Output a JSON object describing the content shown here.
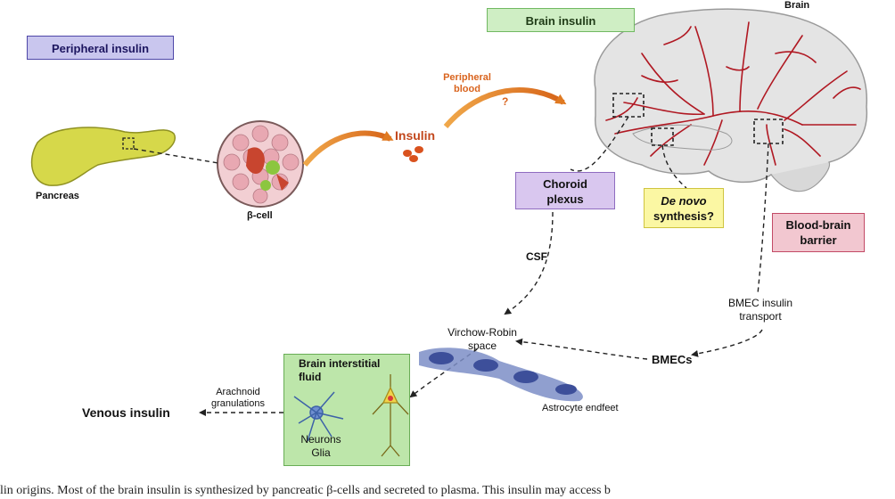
{
  "labels": {
    "peripheral_insulin": "Peripheral insulin",
    "brain_insulin": "Brain insulin",
    "brain": "Brain",
    "pancreas": "Pancreas",
    "beta_cell": "β-cell",
    "insulin": "Insulin",
    "peripheral_blood_1": "Peripheral",
    "peripheral_blood_2": "blood",
    "question": "?",
    "choroid_1": "Choroid",
    "choroid_2": "plexus",
    "denovo_1": "De novo",
    "denovo_2": "synthesis?",
    "bbb_1": "Blood-brain",
    "bbb_2": "barrier",
    "csf": "CSF",
    "bmec_transport_1": "BMEC insulin",
    "bmec_transport_2": "transport",
    "virchow_1": "Virchow-Robin",
    "virchow_2": "space",
    "bmecs": "BMECs",
    "bif_1": "Brain interstitial",
    "bif_2": "fluid",
    "neurons": "Neurons",
    "glia": "Glia",
    "astrocyte": "Astrocyte endfeet",
    "arachnoid_1": "Arachnoid",
    "arachnoid_2": "granulations",
    "venous": "Venous insulin"
  },
  "caption": "lin origins. Most of the brain insulin is synthesized by pancreatic β-cells and secreted to plasma. This insulin may access b",
  "colors": {
    "peripheral_box": "#c9c6ee",
    "brain_box": "#cfeec4",
    "choroid_box": "#d9c7ef",
    "denovo_box": "#fbf7a3",
    "bbb_box": "#f2c7d0",
    "bif_box": "#bde6aa",
    "orange_arrow": "#e07a22",
    "insulin_text": "#c2471c",
    "pancreas": "#d6d84a",
    "brain": "#e6e6e6",
    "vessels": "#b01822"
  }
}
